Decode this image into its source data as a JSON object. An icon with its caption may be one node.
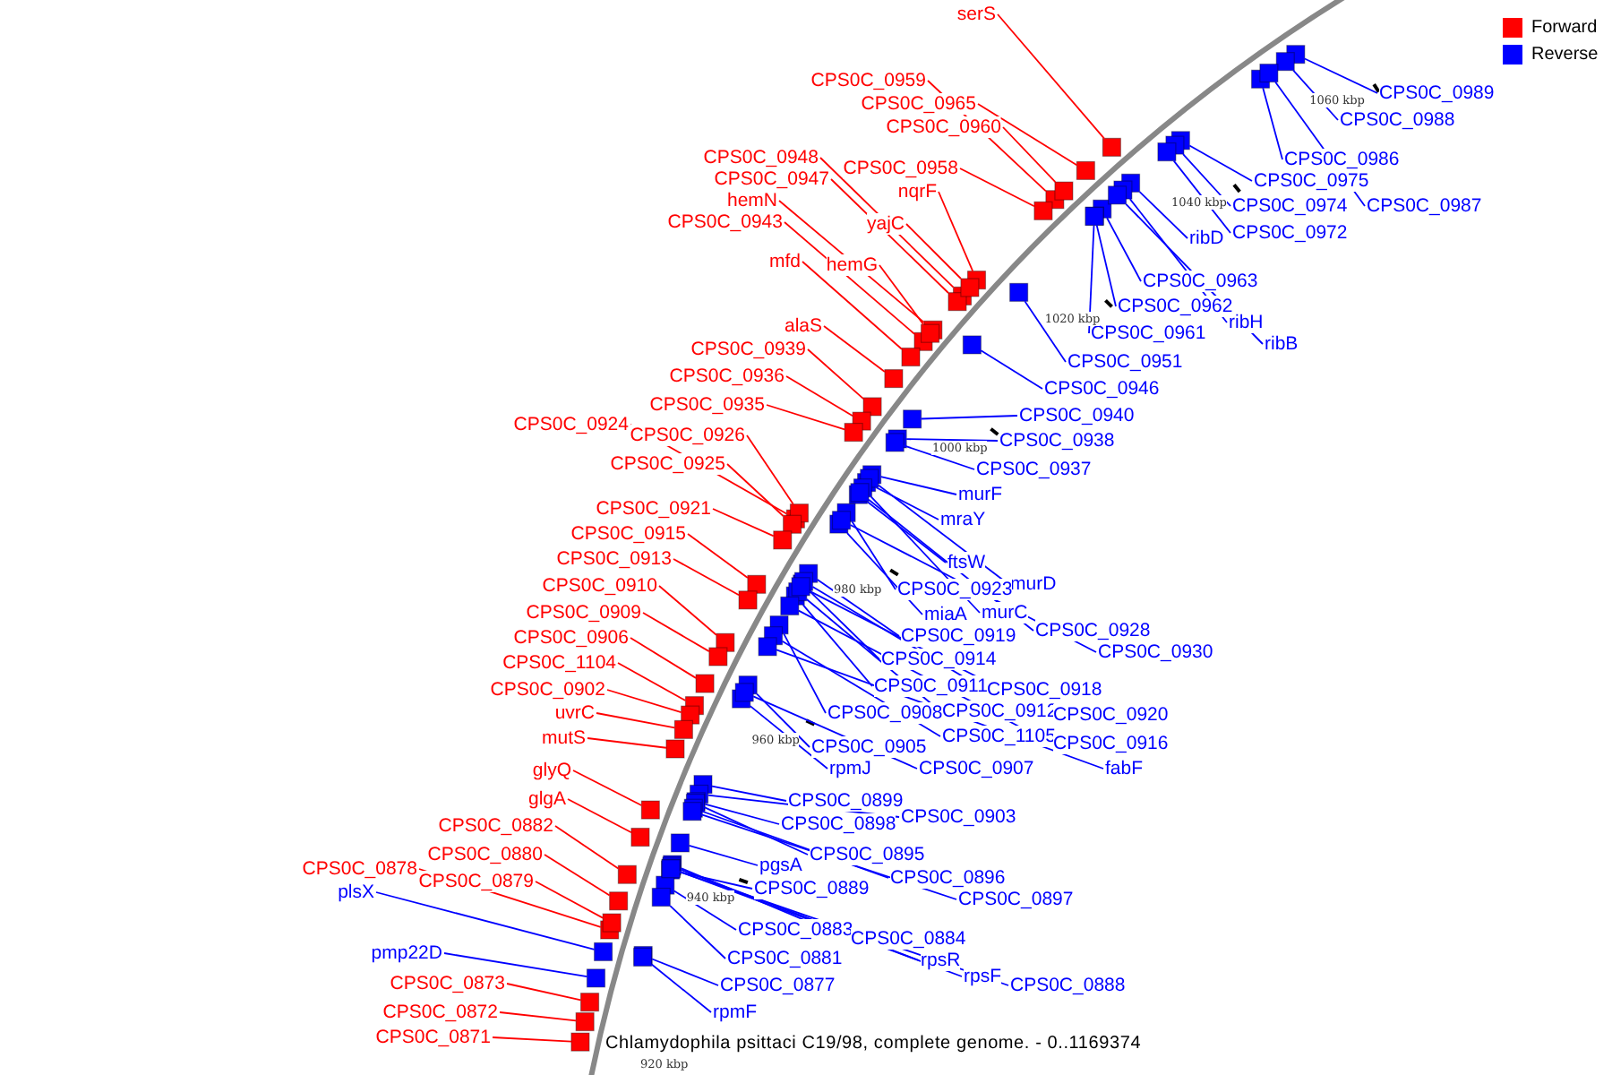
{
  "diagram": {
    "caption": "Chlamydophila psittaci C19/98, complete genome. - 0..1169374",
    "nodes": [
      {
        "text": [
          "serS"
        ]
      },
      {
        "text": [
          "CPS0C_0959"
        ]
      },
      {
        "text": [
          "CPS0C_0965"
        ]
      },
      {
        "text": [
          "CPS0C_0960"
        ]
      },
      {
        "text": [
          "CPS0C_0958"
        ]
      },
      {
        "text": [
          "CPS0C_0948"
        ]
      },
      {
        "text": [
          "CPS0C_0947"
        ]
      },
      {
        "text": [
          "nqrF"
        ]
      },
      {
        "text": [
          "hemN"
        ]
      },
      {
        "text": [
          "CPS0C_0943"
        ]
      },
      {
        "text": [
          "yajC"
        ]
      },
      {
        "text": [
          "mfd"
        ]
      },
      {
        "text": [
          "hemG"
        ]
      },
      {
        "text": [
          "alaS"
        ]
      },
      {
        "text": [
          "CPS0C_0939"
        ]
      },
      {
        "text": [
          "CPS0C_0936"
        ]
      },
      {
        "text": [
          "CPS0C_0935"
        ]
      },
      {
        "text": [
          "CPS0C_0924"
        ]
      },
      {
        "text": [
          "CPS0C_0926"
        ]
      },
      {
        "text": [
          "CPS0C_0925"
        ]
      },
      {
        "text": [
          "CPS0C_0921"
        ]
      },
      {
        "text": [
          "CPS0C_0915"
        ]
      },
      {
        "text": [
          "CPS0C_0913"
        ]
      },
      {
        "text": [
          "CPS0C_0910"
        ]
      },
      {
        "text": [
          "CPS0C_0909"
        ]
      },
      {
        "text": [
          "CPS0C_0906"
        ]
      },
      {
        "text": [
          "CPS0C_1104"
        ]
      },
      {
        "text": [
          "CPS0C_0902"
        ]
      },
      {
        "text": [
          "uvrC"
        ]
      },
      {
        "text": [
          "mutS"
        ]
      },
      {
        "text": [
          "glyQ"
        ]
      },
      {
        "text": [
          "glgA"
        ]
      },
      {
        "text": [
          "CPS0C_0882"
        ]
      },
      {
        "text": [
          "CPS0C_0880"
        ]
      },
      {
        "text": [
          "CPS0C_0878"
        ]
      },
      {
        "text": [
          "CPS0C_0879"
        ]
      },
      {
        "text": [
          "plsX"
        ]
      },
      {
        "text": [
          "pmp22D"
        ]
      },
      {
        "text": [
          "CPS0C_0873"
        ]
      },
      {
        "text": [
          "CPS0C_0872"
        ]
      },
      {
        "text": [
          "CPS0C_0871"
        ]
      },
      {
        "text": [
          "CPS0C_0989"
        ]
      },
      {
        "text": [
          "CPS0C_0988"
        ]
      },
      {
        "text": [
          "CPS0C_0986"
        ]
      },
      {
        "text": [
          "CPS0C_0975"
        ]
      },
      {
        "text": [
          "CPS0C_0974"
        ]
      },
      {
        "text": [
          "CPS0C_0987"
        ]
      },
      {
        "text": [
          "CPS0C_0972"
        ]
      },
      {
        "text": [
          "ribD"
        ]
      },
      {
        "text": [
          "CPS0C_0963"
        ]
      },
      {
        "text": [
          "CPS0C_0962"
        ]
      },
      {
        "text": [
          "ribH"
        ]
      },
      {
        "text": [
          "CPS0C_0961"
        ]
      },
      {
        "text": [
          "ribB"
        ]
      },
      {
        "text": [
          "CPS0C_0951"
        ]
      },
      {
        "text": [
          "CPS0C_0946"
        ]
      },
      {
        "text": [
          "CPS0C_0940"
        ]
      },
      {
        "text": [
          "CPS0C_0938"
        ]
      },
      {
        "text": [
          "CPS0C_0937"
        ]
      },
      {
        "text": [
          "murF"
        ]
      },
      {
        "text": [
          "mraY"
        ]
      },
      {
        "text": [
          "ftsW"
        ]
      },
      {
        "text": [
          "murD"
        ]
      },
      {
        "text": [
          "CPS0C_0923"
        ]
      },
      {
        "text": [
          "miaA"
        ]
      },
      {
        "text": [
          "murC"
        ]
      },
      {
        "text": [
          "CPS0C_0928"
        ]
      },
      {
        "text": [
          "CPS0C_0919"
        ]
      },
      {
        "text": [
          "CPS0C_0930"
        ]
      },
      {
        "text": [
          "CPS0C_0914"
        ]
      },
      {
        "text": [
          "CPS0C_0911"
        ]
      },
      {
        "text": [
          "CPS0C_0918"
        ]
      },
      {
        "text": [
          "CPS0C_0908"
        ]
      },
      {
        "text": [
          "CPS0C_0912"
        ]
      },
      {
        "text": [
          "CPS0C_0920"
        ]
      },
      {
        "text": [
          "CPS0C_1105"
        ]
      },
      {
        "text": [
          "CPS0C_0916"
        ]
      },
      {
        "text": [
          "CPS0C_0905"
        ]
      },
      {
        "text": [
          "fabF"
        ]
      },
      {
        "text": [
          "rpmJ"
        ]
      },
      {
        "text": [
          "CPS0C_0907"
        ]
      },
      {
        "text": [
          "CPS0C_0899"
        ]
      },
      {
        "text": [
          "CPS0C_0903"
        ]
      },
      {
        "text": [
          "CPS0C_0898"
        ]
      },
      {
        "text": [
          "CPS0C_0895"
        ]
      },
      {
        "text": [
          "CPS0C_0896"
        ]
      },
      {
        "text": [
          "pgsA"
        ]
      },
      {
        "text": [
          "CPS0C_0889"
        ]
      },
      {
        "text": [
          "CPS0C_0897"
        ]
      },
      {
        "text": [
          "CPS0C_0883"
        ]
      },
      {
        "text": [
          "CPS0C_0884"
        ]
      },
      {
        "text": [
          "CPS0C_0881"
        ]
      },
      {
        "text": [
          "rpsR"
        ]
      },
      {
        "text": [
          "rpsF"
        ]
      },
      {
        "text": [
          "CPS0C_0877"
        ]
      },
      {
        "text": [
          "CPS0C_0888"
        ]
      },
      {
        "text": [
          "rpmF"
        ]
      },
      {
        "text": [],
        "shape": "box"
      },
      {
        "text": [],
        "shape": "box"
      },
      {
        "text": [],
        "shape": "box"
      },
      {
        "text": [],
        "shape": "box"
      },
      {
        "text": [],
        "shape": "box"
      },
      {
        "text": [],
        "shape": "box"
      },
      {
        "text": [],
        "shape": "box"
      },
      {
        "text": [],
        "shape": "box"
      },
      {
        "text": [],
        "shape": "box"
      },
      {
        "text": [],
        "shape": "box"
      },
      {
        "text": [],
        "shape": "box"
      },
      {
        "text": [],
        "shape": "box"
      },
      {
        "text": [],
        "shape": "box"
      },
      {
        "text": [],
        "shape": "box"
      },
      {
        "text": [],
        "shape": "box"
      },
      {
        "text": [],
        "shape": "box"
      },
      {
        "text": [],
        "shape": "box"
      },
      {
        "text": [],
        "shape": "box"
      },
      {
        "text": [],
        "shape": "box"
      },
      {
        "text": [],
        "shape": "box"
      },
      {
        "text": [],
        "shape": "box"
      },
      {
        "text": [],
        "shape": "box"
      },
      {
        "text": [],
        "shape": "box"
      },
      {
        "text": [],
        "shape": "box"
      },
      {
        "text": [],
        "shape": "box"
      },
      {
        "text": [],
        "shape": "box"
      },
      {
        "text": [],
        "shape": "box"
      },
      {
        "text": [],
        "shape": "box"
      },
      {
        "text": [],
        "shape": "box"
      },
      {
        "text": [],
        "shape": "box"
      },
      {
        "text": [],
        "shape": "box"
      },
      {
        "text": [],
        "shape": "box"
      },
      {
        "text": [],
        "shape": "box"
      },
      {
        "text": [],
        "shape": "box"
      },
      {
        "text": [],
        "shape": "box"
      },
      {
        "text": [],
        "shape": "box"
      },
      {
        "text": [],
        "shape": "box"
      },
      {
        "text": [],
        "shape": "box"
      },
      {
        "text": [],
        "shape": "box"
      },
      {
        "text": [],
        "shape": "box"
      },
      {
        "text": [],
        "shape": "box"
      },
      {
        "text": [],
        "shape": "box"
      },
      {
        "text": [],
        "shape": "box"
      },
      {
        "text": [],
        "shape": "box"
      },
      {
        "text": [],
        "shape": "box"
      },
      {
        "text": [],
        "shape": "box"
      },
      {
        "text": [],
        "shape": "box"
      },
      {
        "text": [],
        "shape": "box"
      },
      {
        "text": [],
        "shape": "box"
      },
      {
        "text": [],
        "shape": "box"
      },
      {
        "text": [],
        "shape": "box"
      },
      {
        "text": [],
        "shape": "box"
      },
      {
        "text": [],
        "shape": "box"
      },
      {
        "text": [],
        "shape": "box"
      },
      {
        "text": [],
        "shape": "box"
      },
      {
        "text": [],
        "shape": "box"
      },
      {
        "text": [],
        "shape": "box"
      },
      {
        "text": [],
        "shape": "box"
      },
      {
        "text": [],
        "shape": "box"
      },
      {
        "text": [],
        "shape": "box"
      },
      {
        "text": [],
        "shape": "box"
      },
      {
        "text": [],
        "shape": "box"
      },
      {
        "text": [],
        "shape": "box"
      },
      {
        "text": [],
        "shape": "box"
      },
      {
        "text": [],
        "shape": "box"
      },
      {
        "text": [],
        "shape": "box"
      },
      {
        "text": [],
        "shape": "box"
      },
      {
        "text": [],
        "shape": "box"
      },
      {
        "text": [],
        "shape": "box"
      },
      {
        "text": [],
        "shape": "box"
      },
      {
        "text": [],
        "shape": "box"
      },
      {
        "text": [],
        "shape": "box"
      },
      {
        "text": [],
        "shape": "box"
      },
      {
        "text": [],
        "shape": "box"
      },
      {
        "text": [],
        "shape": "box"
      },
      {
        "text": [],
        "shape": "box"
      },
      {
        "text": [],
        "shape": "box"
      },
      {
        "text": [],
        "shape": "box"
      },
      {
        "text": [],
        "shape": "box"
      },
      {
        "text": [],
        "shape": "box"
      },
      {
        "text": [],
        "shape": "box"
      },
      {
        "text": [],
        "shape": "box"
      },
      {
        "text": [],
        "shape": "box"
      },
      {
        "text": [],
        "shape": "box"
      },
      {
        "text": [],
        "shape": "box"
      },
      {
        "text": [],
        "shape": "box"
      },
      {
        "text": [],
        "shape": "box"
      },
      {
        "text": [],
        "shape": "box"
      },
      {
        "text": [],
        "shape": "box"
      },
      {
        "text": [],
        "shape": "box"
      },
      {
        "text": [],
        "shape": "box"
      },
      {
        "text": [],
        "shape": "box"
      },
      {
        "text": [],
        "shape": "box"
      },
      {
        "text": [],
        "shape": "box"
      },
      {
        "text": [],
        "shape": "box"
      },
      {
        "text": [],
        "shape": "box"
      },
      {
        "text": [],
        "shape": "box"
      }
    ],
    "edges": [
      {
        "from": 0,
        "to": 97,
        "arrow": "none",
        "color": "#ff0000"
      },
      {
        "from": 1,
        "to": 98,
        "arrow": "none",
        "color": "#ff0000"
      },
      {
        "from": 2,
        "to": 99,
        "arrow": "none",
        "color": "#ff0000"
      },
      {
        "from": 3,
        "to": 100,
        "arrow": "none",
        "color": "#ff0000"
      },
      {
        "from": 4,
        "to": 101,
        "arrow": "none",
        "color": "#ff0000"
      },
      {
        "from": 5,
        "to": 102,
        "arrow": "none",
        "color": "#ff0000"
      },
      {
        "from": 6,
        "to": 103,
        "arrow": "none",
        "color": "#ff0000"
      },
      {
        "from": 7,
        "to": 104,
        "arrow": "none",
        "color": "#ff0000"
      },
      {
        "from": 8,
        "to": 105,
        "arrow": "none",
        "color": "#ff0000"
      },
      {
        "from": 9,
        "to": 106,
        "arrow": "none",
        "color": "#ff0000"
      },
      {
        "from": 10,
        "to": 107,
        "arrow": "none",
        "color": "#ff0000"
      },
      {
        "from": 11,
        "to": 108,
        "arrow": "none",
        "color": "#ff0000"
      },
      {
        "from": 12,
        "to": 109,
        "arrow": "none",
        "color": "#ff0000"
      },
      {
        "from": 13,
        "to": 110,
        "arrow": "none",
        "color": "#ff0000"
      },
      {
        "from": 14,
        "to": 111,
        "arrow": "none",
        "color": "#ff0000"
      },
      {
        "from": 15,
        "to": 112,
        "arrow": "none",
        "color": "#ff0000"
      },
      {
        "from": 16,
        "to": 113,
        "arrow": "none",
        "color": "#ff0000"
      },
      {
        "from": 17,
        "to": 114,
        "arrow": "none",
        "color": "#ff0000"
      },
      {
        "from": 18,
        "to": 115,
        "arrow": "none",
        "color": "#ff0000"
      },
      {
        "from": 19,
        "to": 116,
        "arrow": "none",
        "color": "#ff0000"
      },
      {
        "from": 20,
        "to": 117,
        "arrow": "none",
        "color": "#ff0000"
      },
      {
        "from": 21,
        "to": 118,
        "arrow": "none",
        "color": "#ff0000"
      },
      {
        "from": 22,
        "to": 119,
        "arrow": "none",
        "color": "#ff0000"
      },
      {
        "from": 23,
        "to": 120,
        "arrow": "none",
        "color": "#ff0000"
      },
      {
        "from": 24,
        "to": 121,
        "arrow": "none",
        "color": "#ff0000"
      },
      {
        "from": 25,
        "to": 122,
        "arrow": "none",
        "color": "#ff0000"
      },
      {
        "from": 26,
        "to": 123,
        "arrow": "none",
        "color": "#ff0000"
      },
      {
        "from": 27,
        "to": 124,
        "arrow": "none",
        "color": "#ff0000"
      },
      {
        "from": 28,
        "to": 125,
        "arrow": "none",
        "color": "#ff0000"
      },
      {
        "from": 29,
        "to": 126,
        "arrow": "none",
        "color": "#ff0000"
      },
      {
        "from": 30,
        "to": 127,
        "arrow": "none",
        "color": "#ff0000"
      },
      {
        "from": 31,
        "to": 128,
        "arrow": "none",
        "color": "#ff0000"
      },
      {
        "from": 32,
        "to": 129,
        "arrow": "none",
        "color": "#ff0000"
      },
      {
        "from": 33,
        "to": 130,
        "arrow": "none",
        "color": "#ff0000"
      },
      {
        "from": 34,
        "to": 131,
        "arrow": "none",
        "color": "#ff0000"
      },
      {
        "from": 35,
        "to": 132,
        "arrow": "none",
        "color": "#ff0000"
      },
      {
        "from": 36,
        "to": 133,
        "arrow": "none"
      },
      {
        "from": 37,
        "to": 134,
        "arrow": "none"
      },
      {
        "from": 38,
        "to": 135,
        "arrow": "none",
        "color": "#ff0000"
      },
      {
        "from": 39,
        "to": 136,
        "arrow": "none",
        "color": "#ff0000"
      },
      {
        "from": 40,
        "to": 137,
        "arrow": "none",
        "color": "#ff0000"
      },
      {
        "from": 41,
        "to": 138,
        "arrow": "none"
      },
      {
        "from": 42,
        "to": 139,
        "arrow": "none"
      },
      {
        "from": 43,
        "to": 140,
        "arrow": "none"
      },
      {
        "from": 44,
        "to": 141,
        "arrow": "none"
      },
      {
        "from": 45,
        "to": 142,
        "arrow": "none"
      },
      {
        "from": 46,
        "to": 143,
        "arrow": "none"
      },
      {
        "from": 47,
        "to": 144,
        "arrow": "none"
      },
      {
        "from": 48,
        "to": 145,
        "arrow": "none"
      },
      {
        "from": 49,
        "to": 146,
        "arrow": "none"
      },
      {
        "from": 50,
        "to": 147,
        "arrow": "none"
      },
      {
        "from": 51,
        "to": 148,
        "arrow": "none"
      },
      {
        "from": 52,
        "to": 149,
        "arrow": "none"
      },
      {
        "from": 53,
        "to": 150,
        "arrow": "none"
      },
      {
        "from": 54,
        "to": 151,
        "arrow": "none"
      },
      {
        "from": 55,
        "to": 152,
        "arrow": "none"
      },
      {
        "from": 56,
        "to": 153,
        "arrow": "none"
      },
      {
        "from": 57,
        "to": 154,
        "arrow": "none"
      },
      {
        "from": 58,
        "to": 155,
        "arrow": "none"
      },
      {
        "from": 59,
        "to": 156,
        "arrow": "none"
      },
      {
        "from": 60,
        "to": 157,
        "arrow": "none"
      },
      {
        "from": 61,
        "to": 158,
        "arrow": "none"
      },
      {
        "from": 62,
        "to": 159,
        "arrow": "none"
      },
      {
        "from": 63,
        "to": 160,
        "arrow": "none"
      },
      {
        "from": 64,
        "to": 161,
        "arrow": "none"
      },
      {
        "from": 65,
        "to": 162,
        "arrow": "none"
      },
      {
        "from": 66,
        "to": 163,
        "arrow": "none"
      },
      {
        "from": 67,
        "to": 164,
        "arrow": "none"
      },
      {
        "from": 68,
        "to": 165,
        "arrow": "none"
      },
      {
        "from": 69,
        "to": 166,
        "arrow": "none"
      },
      {
        "from": 70,
        "to": 167,
        "arrow": "none"
      },
      {
        "from": 71,
        "to": 168,
        "arrow": "none"
      },
      {
        "from": 72,
        "to": 169,
        "arrow": "none"
      },
      {
        "from": 73,
        "to": 170,
        "arrow": "none"
      },
      {
        "from": 74,
        "to": 171,
        "arrow": "none"
      },
      {
        "from": 75,
        "to": 172,
        "arrow": "none"
      },
      {
        "from": 76,
        "to": 173,
        "arrow": "none"
      },
      {
        "from": 77,
        "to": 174,
        "arrow": "none"
      },
      {
        "from": 78,
        "to": 175,
        "arrow": "none"
      },
      {
        "from": 79,
        "to": 176,
        "arrow": "none"
      },
      {
        "from": 80,
        "to": 177,
        "arrow": "none"
      },
      {
        "from": 81,
        "to": 178,
        "arrow": "none"
      },
      {
        "from": 82,
        "to": 179,
        "arrow": "none"
      },
      {
        "from": 83,
        "to": 180,
        "arrow": "none"
      },
      {
        "from": 84,
        "to": 181,
        "arrow": "none"
      },
      {
        "from": 85,
        "to": 182,
        "arrow": "none"
      },
      {
        "from": 86,
        "to": 183,
        "arrow": "none"
      },
      {
        "from": 87,
        "to": 184,
        "arrow": "none"
      },
      {
        "from": 88,
        "to": 185,
        "arrow": "none"
      },
      {
        "from": 89,
        "to": 186,
        "arrow": "none"
      },
      {
        "from": 90,
        "to": 187,
        "arrow": "none"
      },
      {
        "from": 91,
        "to": 188,
        "arrow": "none"
      },
      {
        "from": 92,
        "to": 189,
        "arrow": "none"
      },
      {
        "from": 93,
        "to": 190,
        "arrow": "none"
      },
      {
        "from": 94,
        "to": 191,
        "arrow": "none"
      },
      {
        "from": 95,
        "to": 192,
        "arrow": "none"
      },
      {
        "from": 96,
        "to": 193,
        "arrow": "none"
      }
    ],
    "labels": [
      "1060 kbp",
      "1040 kbp",
      "1020 kbp",
      "1000 kbp",
      "980 kbp",
      "960 kbp",
      "940 kbp",
      "920 kbp"
    ],
    "legend": [
      {
        "text": "Forward",
        "color": "#ff0000"
      },
      {
        "text": "Reverse",
        "color": "#0000ff"
      }
    ]
  }
}
